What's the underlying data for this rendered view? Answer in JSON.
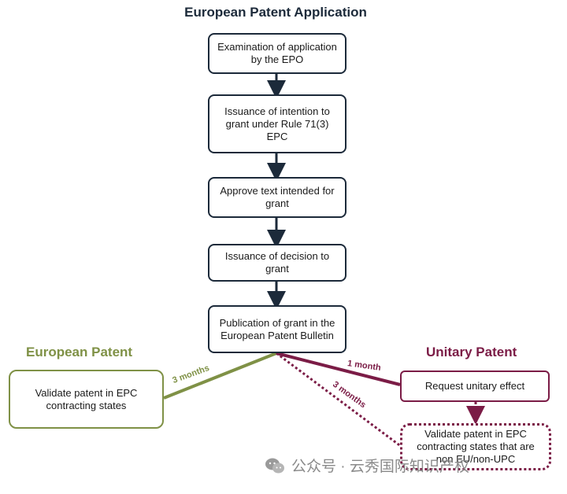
{
  "title": "European Patent Application",
  "flow": [
    {
      "id": "examination",
      "text": "Examination of application by the EPO"
    },
    {
      "id": "intention",
      "text": "Issuance of intention to grant under Rule 71(3) EPC"
    },
    {
      "id": "approve",
      "text": "Approve text intended for grant"
    },
    {
      "id": "decision",
      "text": "Issuance of decision to grant"
    },
    {
      "id": "publication",
      "text": "Publication of grant in the European Patent Bulletin"
    }
  ],
  "european": {
    "heading": "European Patent",
    "box": "Validate patent in EPC contracting states",
    "edge_label": "3 months"
  },
  "unitary": {
    "heading": "Unitary Patent",
    "request_box": "Request unitary effect",
    "validate_box": "Validate patent in EPC contracting states that are non EU/non-UPC",
    "edge_label_request": "1 month",
    "edge_label_validate": "3 months"
  },
  "watermark": "公众号 · 云秀国际知识产权",
  "colors": {
    "navy": "#1c2a3a",
    "green": "#7f9146",
    "maroon": "#7b1c46"
  }
}
